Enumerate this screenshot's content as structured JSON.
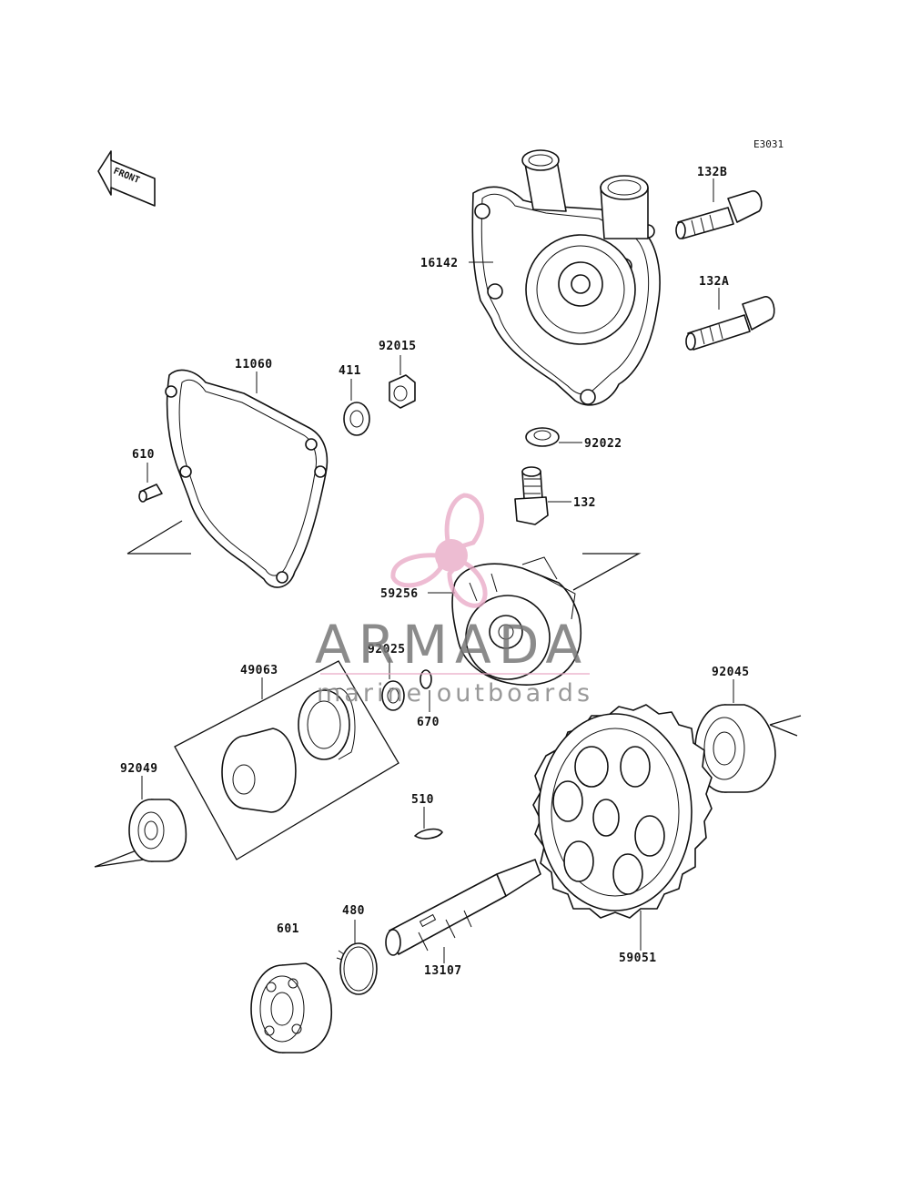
{
  "diagram_code": "E3031",
  "front_arrow_text": "FRONT",
  "watermark": {
    "brand": "ARMADA",
    "tagline": "marine outboards",
    "logo_color": "#e8a6c4"
  },
  "parts": {
    "p16142": "16142",
    "p132B": "132B",
    "p132A": "132A",
    "p11060": "11060",
    "p411": "411",
    "p92015": "92015",
    "p610": "610",
    "p92022": "92022",
    "p132": "132",
    "p59256": "59256",
    "p49063": "49063",
    "p92025": "92025",
    "p670": "670",
    "p92045": "92045",
    "p92049": "92049",
    "p510": "510",
    "p601": "601",
    "p480": "480",
    "p13107": "13107",
    "p59051": "59051"
  }
}
